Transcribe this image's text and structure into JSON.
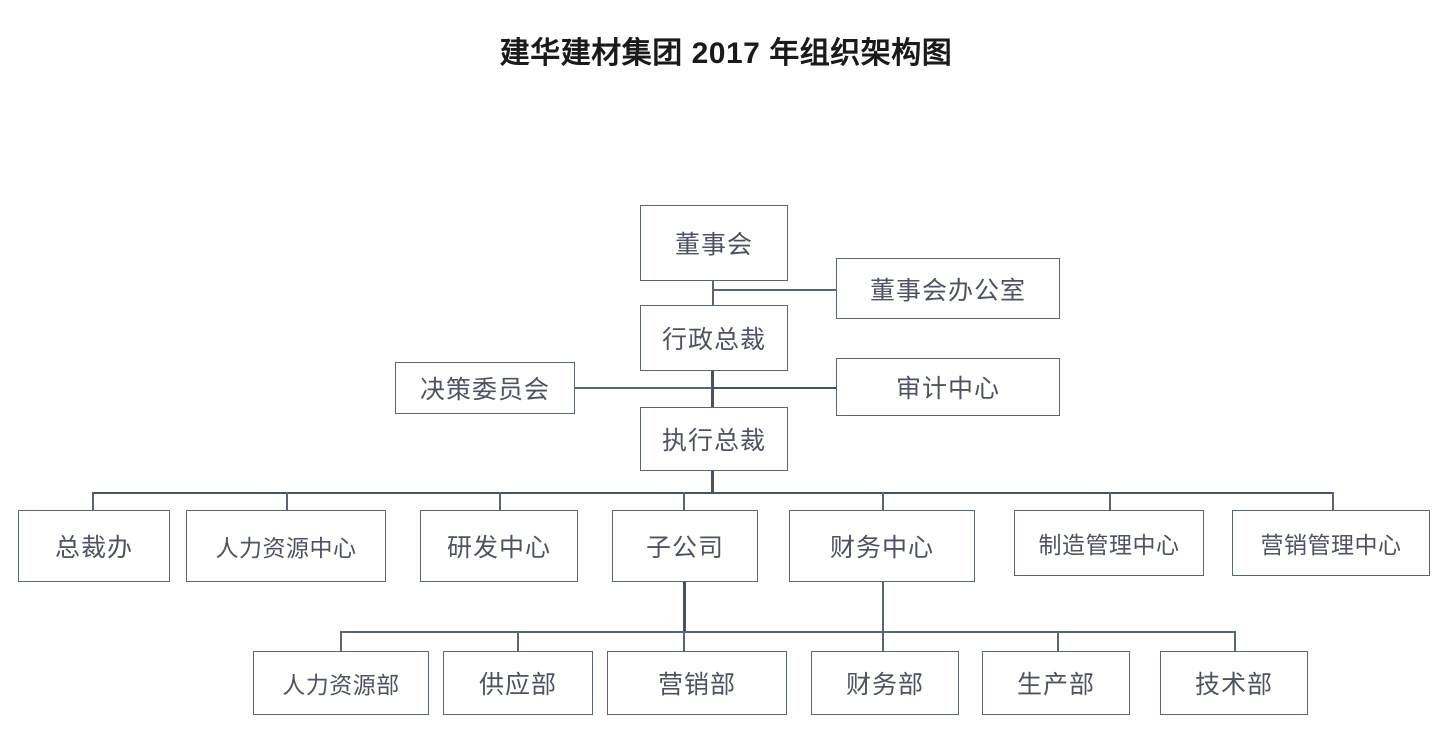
{
  "title": "建华建材集团 2017 年组织架构图",
  "colors": {
    "box_border": "#5d6575",
    "text": "#4e535f",
    "title_text": "#1a1a1a",
    "connector": "#5d6575",
    "background": "#ffffff"
  },
  "nodes": {
    "board": {
      "label": "董事会",
      "level": "top"
    },
    "board_office": {
      "label": "董事会办公室",
      "level": "staff"
    },
    "admin_president": {
      "label": "行政总裁",
      "level": "top"
    },
    "decision_committee": {
      "label": "决策委员会",
      "level": "staff"
    },
    "audit_center": {
      "label": "审计中心",
      "level": "staff"
    },
    "executive_president": {
      "label": "执行总裁",
      "level": "top"
    }
  },
  "divisions": [
    {
      "label": "总裁办"
    },
    {
      "label": "人力资源中心"
    },
    {
      "label": "研发中心"
    },
    {
      "label": "子公司"
    },
    {
      "label": "财务中心"
    },
    {
      "label": "制造管理中心"
    },
    {
      "label": "营销管理中心"
    }
  ],
  "departments": [
    {
      "label": "人力资源部"
    },
    {
      "label": "供应部"
    },
    {
      "label": "营销部"
    },
    {
      "label": "财务部"
    },
    {
      "label": "生产部"
    },
    {
      "label": "技术部"
    }
  ]
}
